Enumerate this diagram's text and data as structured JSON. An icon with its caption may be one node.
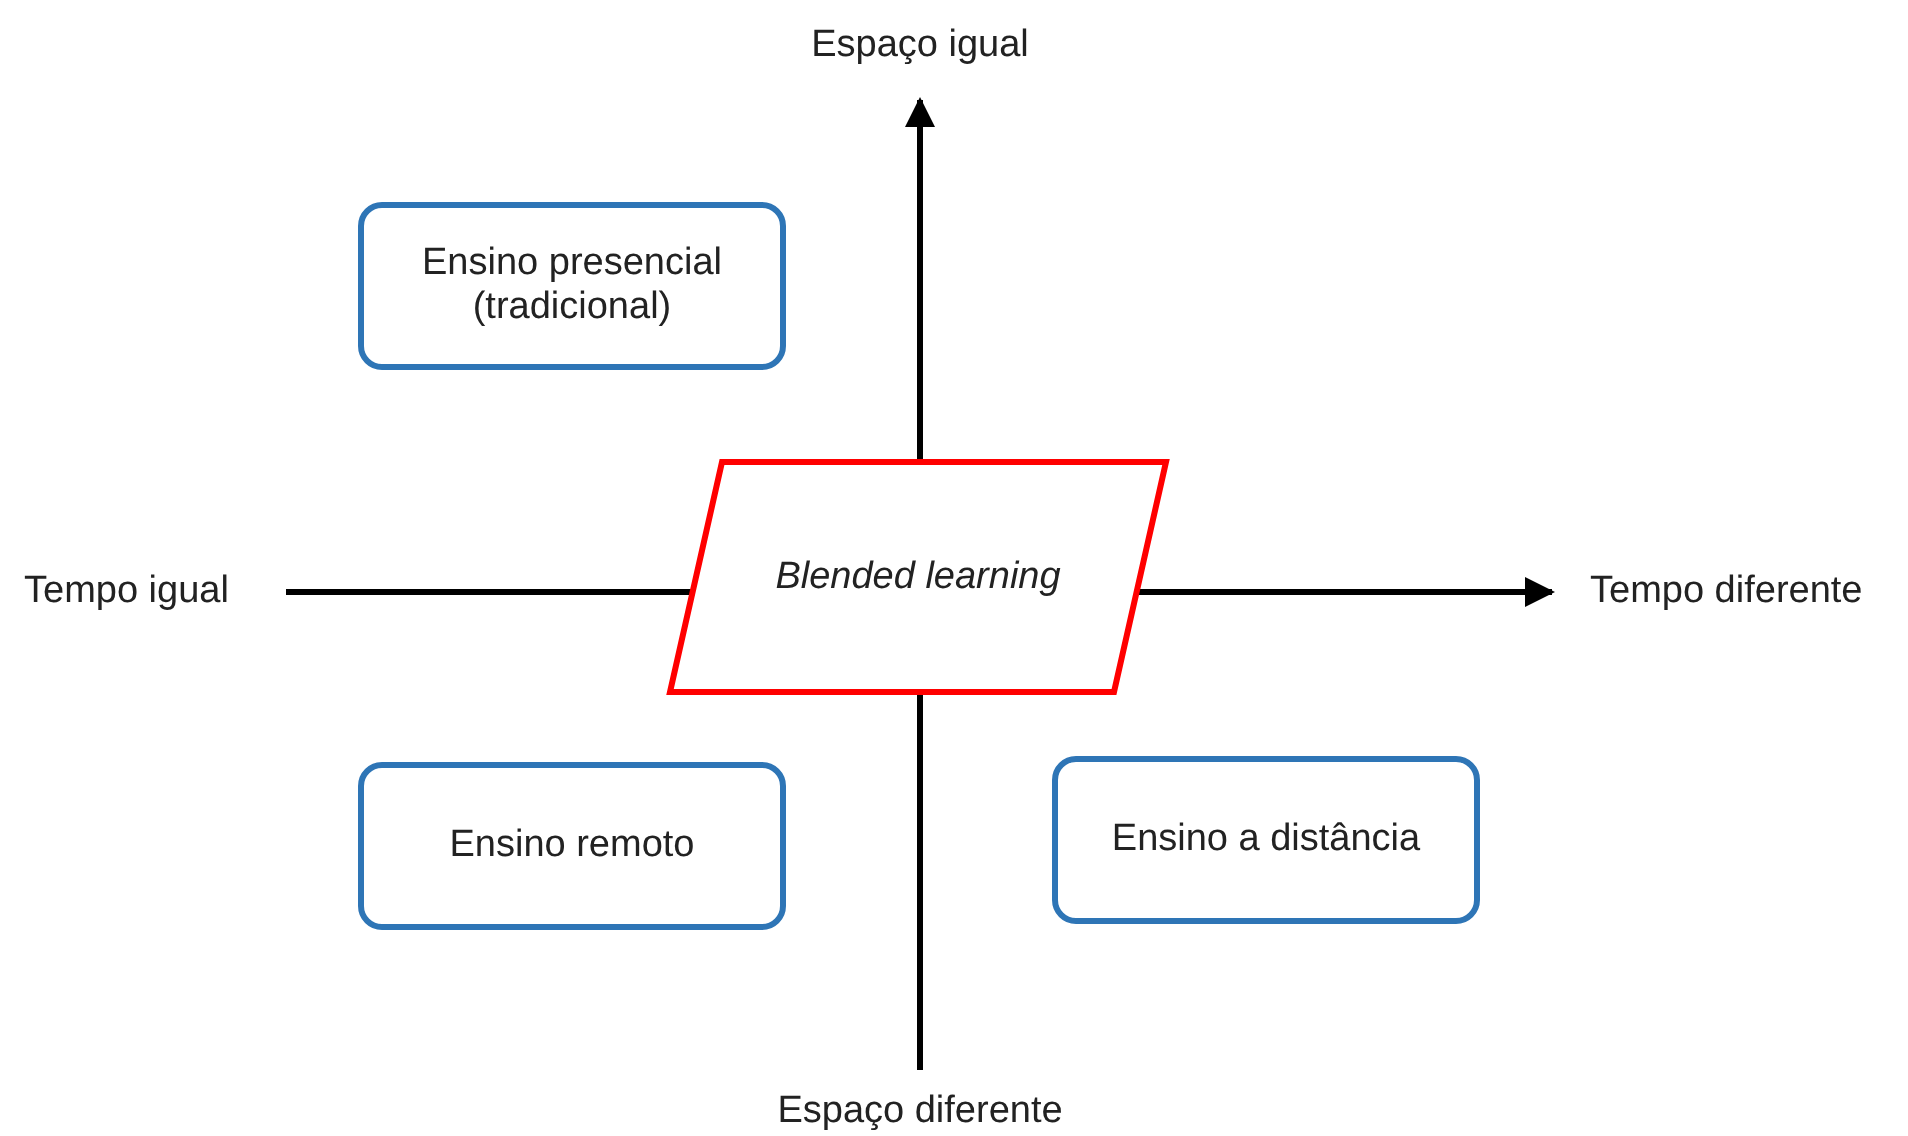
{
  "diagram": {
    "nodes": [
      {
        "text": [
          "Ensino presencial (tradicional)"
        ]
      },
      {
        "text": [
          "Blended learning"
        ]
      },
      {
        "text": [
          "Ensino remoto"
        ]
      },
      {
        "text": [
          "Ensino a distância"
        ]
      }
    ],
    "labels": [
      "Espaço igual",
      "Tempo igual",
      "Tempo diferente",
      "Espaço diferente"
    ]
  }
}
